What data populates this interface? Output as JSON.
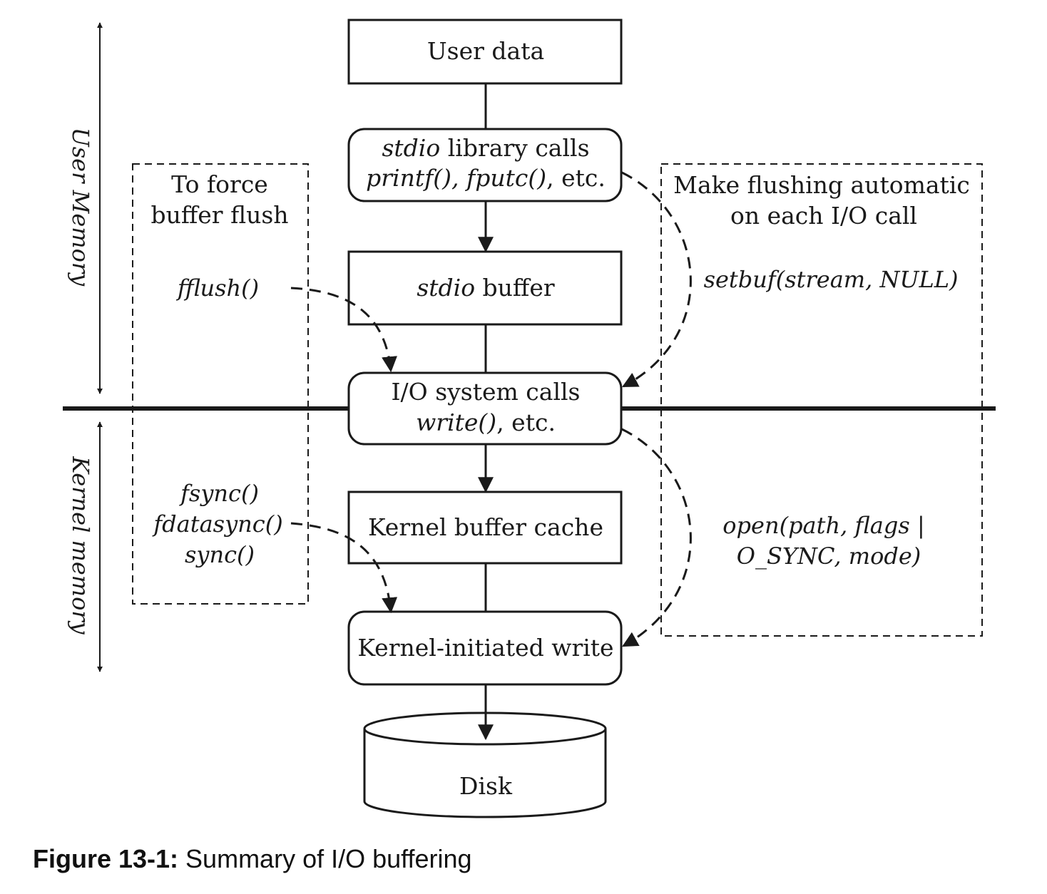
{
  "nodes": {
    "user_data": "User data",
    "stdio_calls_lib": "stdio",
    "stdio_calls_rest": " library calls",
    "stdio_calls_funcs": "printf(), fputc()",
    "stdio_calls_etc": ", etc.",
    "stdio_buffer_lib": "stdio",
    "stdio_buffer_rest": " buffer",
    "io_calls_line1": "I/O system calls",
    "io_calls_func": "write()",
    "io_calls_etc": ", etc.",
    "kernel_cache": "Kernel buffer cache",
    "kernel_write": "Kernel-initiated write",
    "disk": "Disk"
  },
  "side_labels": {
    "user_memory": "User Memory",
    "kernel_memory": "Kernel memory"
  },
  "left_panel": {
    "title_line1": "To force",
    "title_line2": "buffer flush",
    "fflush": "fflush()",
    "fsync": "fsync()",
    "fdatasync": "fdatasync()",
    "sync": "sync()"
  },
  "right_panel": {
    "title_line1": "Make flushing automatic",
    "title_line2": "on each I/O call",
    "setbuf": "setbuf(stream, NULL)",
    "open_line1": "open(path, flags |",
    "open_line2": "O_SYNC, mode)"
  },
  "caption": {
    "label": "Figure 13-1:",
    "text": " Summary of I/O buffering"
  }
}
